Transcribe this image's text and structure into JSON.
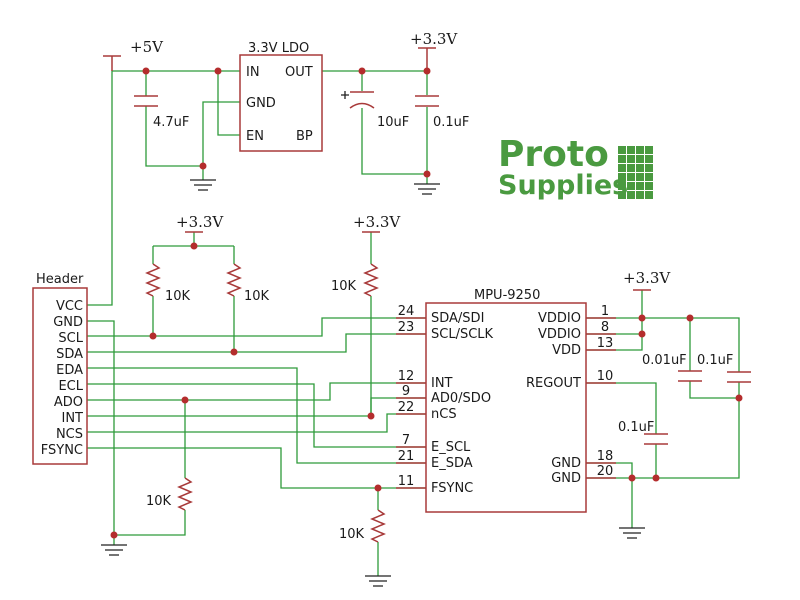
{
  "ldo": {
    "title": "3.3V LDO",
    "pins": {
      "in": "IN",
      "out": "OUT",
      "gnd": "GND",
      "en": "EN",
      "bp": "BP"
    },
    "supply_in": "+5V",
    "supply_out": "+3.3V",
    "c_in": "4.7uF",
    "c_out1": "10uF",
    "c_out2": "0.1uF"
  },
  "header": {
    "title": "Header",
    "pins": [
      "VCC",
      "GND",
      "SCL",
      "SDA",
      "EDA",
      "ECL",
      "ADO",
      "INT",
      "NCS",
      "FSYNC"
    ]
  },
  "pullups": {
    "supply": "+3.3V",
    "r1": "10K",
    "r2": "10K"
  },
  "ncs_pullup": {
    "supply": "+3.3V",
    "value": "10K"
  },
  "ado_pulldown": {
    "value": "10K"
  },
  "fsync_pulldown": {
    "value": "10K"
  },
  "mpu": {
    "title": "MPU-9250",
    "left_pins": [
      {
        "num": "24",
        "name": "SDA/SDI"
      },
      {
        "num": "23",
        "name": "SCL/SCLK"
      },
      {
        "num": "12",
        "name": "INT"
      },
      {
        "num": "9",
        "name": "AD0/SDO"
      },
      {
        "num": "22",
        "name": "nCS"
      },
      {
        "num": "7",
        "name": "E_SCL"
      },
      {
        "num": "21",
        "name": "E_SDA"
      },
      {
        "num": "11",
        "name": "FSYNC"
      }
    ],
    "right_pins": [
      {
        "num": "1",
        "name": "VDDIO"
      },
      {
        "num": "8",
        "name": "VDDIO"
      },
      {
        "num": "13",
        "name": "VDD"
      },
      {
        "num": "10",
        "name": "REGOUT"
      },
      {
        "num": "18",
        "name": "GND"
      },
      {
        "num": "20",
        "name": "GND"
      }
    ]
  },
  "decoupling": {
    "supply": "+3.3V",
    "c1": "0.01uF",
    "c2": "0.1uF",
    "c_regout": "0.1uF"
  },
  "logo": {
    "line1": "Proto",
    "line2": "Supplies"
  },
  "colors": {
    "wire": "#2e9a3a",
    "part": "#a83a3a",
    "junction": "#b42d2d",
    "logo": "#4a9a40"
  }
}
